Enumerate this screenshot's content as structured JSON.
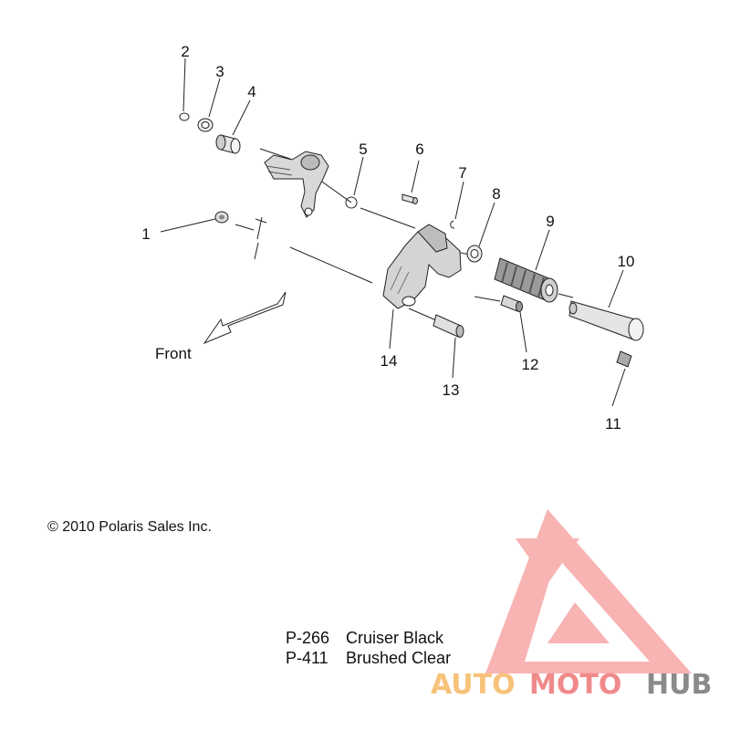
{
  "callouts": [
    "1",
    "2",
    "3",
    "4",
    "5",
    "6",
    "7",
    "8",
    "9",
    "10",
    "11",
    "12",
    "13",
    "14"
  ],
  "front_label": "Front",
  "copyright": "© 2010 Polaris Sales Inc.",
  "finishes": [
    {
      "code": "P-266",
      "name": "Cruiser Black"
    },
    {
      "code": "P-411",
      "name": "Brushed Clear"
    }
  ],
  "watermark": {
    "part1": "AUTO",
    "part2": "MOTO",
    "part3": "HUB",
    "colors": {
      "auto": "#f7c27a",
      "moto": "#f08a8a",
      "hub": "#8a8a8a",
      "triangle": "#f26b6b"
    }
  }
}
